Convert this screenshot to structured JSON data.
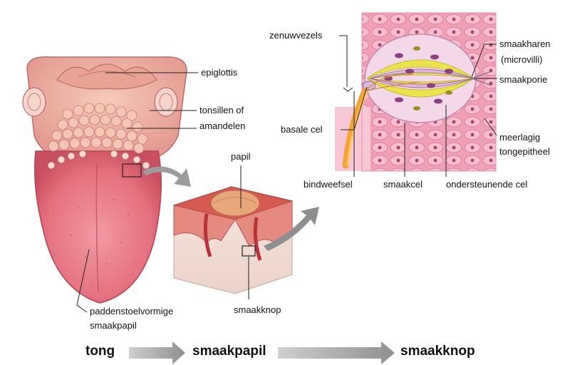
{
  "labels": {
    "epiglottis": "epiglottis",
    "tonsils_1": "tonsillen of",
    "tonsils_2": "amandelen",
    "mushroom_1": "paddenstoelvormige",
    "mushroom_2": "smaakpapil",
    "papil": "papil",
    "smaakknop": "smaakknop",
    "zenuwvezels": "zenuwvezels",
    "basale_cel": "basale cel",
    "bindweefsel": "bindweefsel",
    "smaakcel": "smaakcel",
    "ondersteunende_cel": "ondersteunende cel",
    "smaakharen_1": "smaakharen",
    "smaakharen_2": "(microvilli)",
    "smaakporie": "smaakporie",
    "meerlagig_1": "meerlagig",
    "meerlagig_2": "tongepitheel"
  },
  "flow": {
    "step1": "tong",
    "step2": "smaakpapil",
    "step3": "smaakknop"
  },
  "colors": {
    "tongue": "#e4707f",
    "tongue_dark": "#b94456",
    "throat": "#efb0a6",
    "epithelium": "#f0a3b8",
    "support_cell": "#e8e24a",
    "nerve": "#f4a23a",
    "arrow_gray": "#9a9a9a"
  }
}
